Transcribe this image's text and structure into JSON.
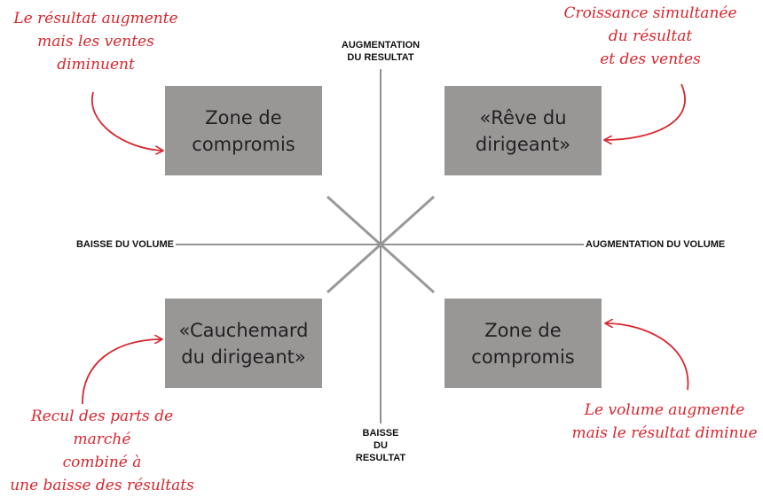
{
  "axes": {
    "top": [
      "AUGMENTATION",
      "DU RESULTAT"
    ],
    "bottom": [
      "BAISSE",
      "DU",
      "RESULTAT"
    ],
    "left": "BAISSE DU VOLUME",
    "right": "AUGMENTATION DU VOLUME"
  },
  "quadrants": {
    "top_left": [
      "Zone de",
      "compromis"
    ],
    "top_right": [
      "«Rêve du",
      "dirigeant»"
    ],
    "bottom_left": [
      "«Cauchemard",
      "du dirigeant»"
    ],
    "bottom_right": [
      "Zone de",
      "compromis"
    ]
  },
  "annotations": {
    "top_left": [
      "Le résultat augmente",
      "mais les ventes",
      "diminuent"
    ],
    "top_right": [
      "Croissance simultanée",
      "du résultat",
      "et des ventes"
    ],
    "bottom_left": [
      "Recul des parts de marché",
      "combiné à",
      "une baisse des résultats"
    ],
    "bottom_right": [
      "Le volume augmente",
      "mais le résultat diminue"
    ]
  },
  "colors": {
    "box_fill": "#999696",
    "annotation": "#d8262e",
    "axis": "#555555"
  }
}
